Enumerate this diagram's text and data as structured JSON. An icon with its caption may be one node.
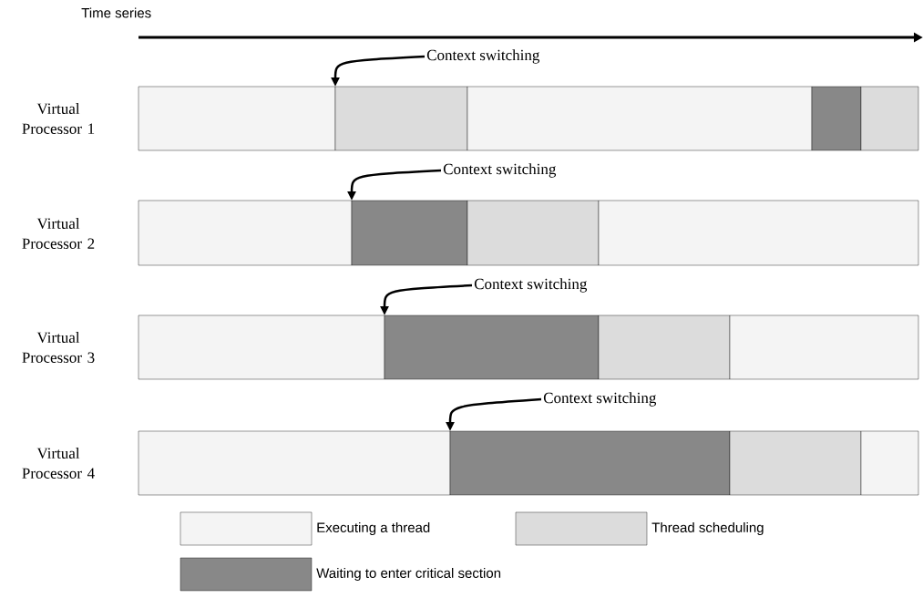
{
  "diagram": {
    "nodes": [
      {
        "text": [
          "Context switching"
        ]
      },
      {
        "text": [],
        "shape": "box"
      },
      {
        "text": [],
        "shape": "box"
      },
      {
        "text": [],
        "shape": "box"
      },
      {
        "text": [],
        "shape": "box"
      },
      {
        "text": [],
        "shape": "box"
      },
      {
        "text": [
          "Context switching"
        ]
      },
      {
        "text": [],
        "shape": "box"
      },
      {
        "text": [],
        "shape": "box"
      },
      {
        "text": [],
        "shape": "box"
      },
      {
        "text": [],
        "shape": "box"
      },
      {
        "text": [
          "Context switching"
        ]
      },
      {
        "text": [],
        "shape": "box"
      },
      {
        "text": [],
        "shape": "box"
      },
      {
        "text": [],
        "shape": "box"
      },
      {
        "text": [],
        "shape": "box"
      },
      {
        "text": [
          "Context switching"
        ]
      },
      {
        "text": [],
        "shape": "box"
      },
      {
        "text": [],
        "shape": "box"
      },
      {
        "text": [],
        "shape": "box"
      },
      {
        "text": [],
        "shape": "box"
      }
    ],
    "edges": [
      {
        "from": 0,
        "to": 2,
        "arrow": "to"
      },
      {
        "from": 6,
        "to": 8,
        "arrow": "to"
      },
      {
        "from": 11,
        "to": 13,
        "arrow": "to"
      },
      {
        "from": 16,
        "to": 18,
        "arrow": "to"
      }
    ],
    "labels": [
      "Time series",
      "Virtual Processor 1",
      "Virtual Processor 2",
      "Virtual Processor 3",
      "Virtual Processor 4"
    ],
    "legend": [
      {
        "text": "Executing a thread",
        "color": "#f4f4f4"
      },
      {
        "text": "Thread scheduling",
        "color": "#dcdcdc"
      },
      {
        "text": "Waiting to enter critical section",
        "color": "#888888"
      }
    ]
  }
}
